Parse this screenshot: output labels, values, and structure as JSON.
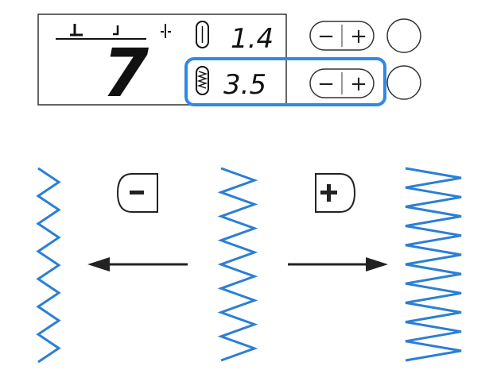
{
  "lcd": {
    "stitch_number": "7",
    "width_value": "1.4",
    "length_value": "3.5"
  },
  "controls": {
    "minus_symbol": "−",
    "plus_symbol": "+"
  },
  "colors": {
    "stitch_blue": "#2b7fd4",
    "highlight_blue": "#2e8ae6",
    "line_dark": "#222222"
  },
  "diagram": {
    "icons": [
      "minus-key-icon",
      "plus-key-icon",
      "arrow-left-icon",
      "arrow-right-icon"
    ],
    "stitch_samples": [
      {
        "name": "short-length-zigzag",
        "peaks": 7
      },
      {
        "name": "current-zigzag",
        "peaks": 8
      },
      {
        "name": "long-length-zigzag",
        "peaks": 10
      }
    ]
  }
}
